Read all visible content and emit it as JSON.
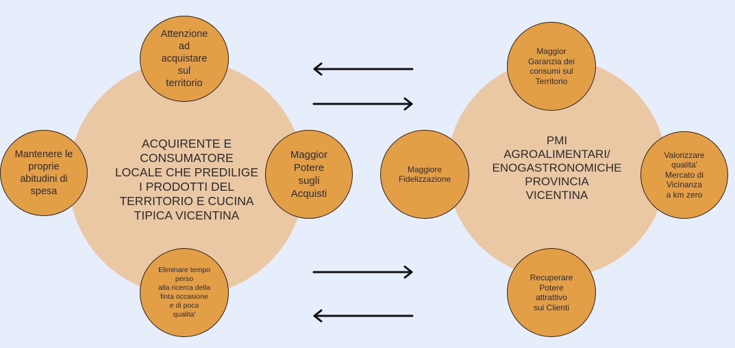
{
  "left_cluster": {
    "center": "ACQUIRENTE E\nCONSUMATORE\nLOCALE CHE PREDILIGE\nI PRODOTTI  DEL\nTERRITORIO E CUCINA\nTIPICA VICENTINA",
    "top": "Attenzione\nad\nacquistare\nsul\nterritorio",
    "left": "Mantenere le\nproprie\nabitudini di\nspesa",
    "right": "Maggior\nPotere\nsugli\nAcquisti",
    "bottom": "Eliminare tempo\nperso\nalla ricerca della\nfinta occasione\ne di poca\nqualita'"
  },
  "right_cluster": {
    "center": "PMI\nAGROALIMENTARI/\nENOGASTRONOMICHE\nPROVINCIA\nVICENTINA",
    "top": "Maggior\nGaranzia dei\nconsumi sul\nTerritorio",
    "left": "Maggiore\nFidelizzazione",
    "right": "Valorizzare\nqualita'\nMercato di\nVicinanza\na km zero",
    "bottom": "Recuperare\nPotere\nattrattivo\nsui Clienti"
  },
  "colors": {
    "background": "#e6eefc",
    "big_circle": "#ebc8a4",
    "small_circle": "#e39f46",
    "arrow": "#111111"
  }
}
